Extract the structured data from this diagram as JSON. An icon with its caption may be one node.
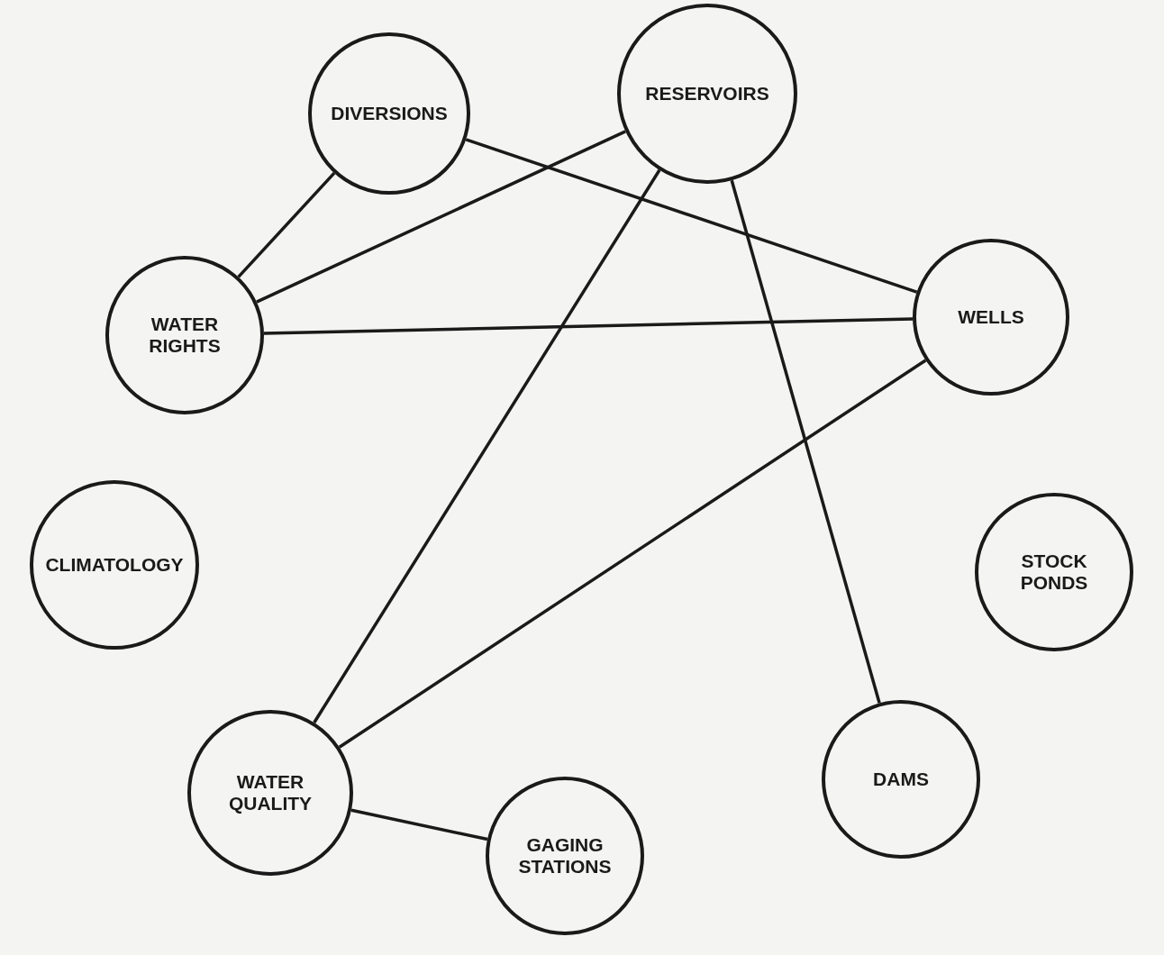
{
  "diagram": {
    "nodes": [
      {
        "text": [
          "DIVERSIONS"
        ]
      },
      {
        "text": [
          "RESERVOIRS"
        ]
      },
      {
        "text": [
          "WATER RIGHTS"
        ]
      },
      {
        "text": [
          "WELLS"
        ]
      },
      {
        "text": [
          "CLIMATOLOGY"
        ]
      },
      {
        "text": [
          "STOCK PONDS"
        ]
      },
      {
        "text": [
          "DAMS"
        ]
      },
      {
        "text": [
          "WATER QUALITY"
        ]
      },
      {
        "text": [
          "GAGING STATIONS"
        ]
      }
    ],
    "edges": [
      {
        "from": 0,
        "to": 2,
        "arrow": "none"
      },
      {
        "from": 0,
        "to": 3,
        "arrow": "none"
      },
      {
        "from": 1,
        "to": 2,
        "arrow": "none"
      },
      {
        "from": 1,
        "to": 7,
        "arrow": "none"
      },
      {
        "from": 1,
        "to": 6,
        "arrow": "none"
      },
      {
        "from": 2,
        "to": 3,
        "arrow": "none"
      },
      {
        "from": 3,
        "to": 7,
        "arrow": "none"
      },
      {
        "from": 7,
        "to": 8,
        "arrow": "none"
      }
    ]
  }
}
